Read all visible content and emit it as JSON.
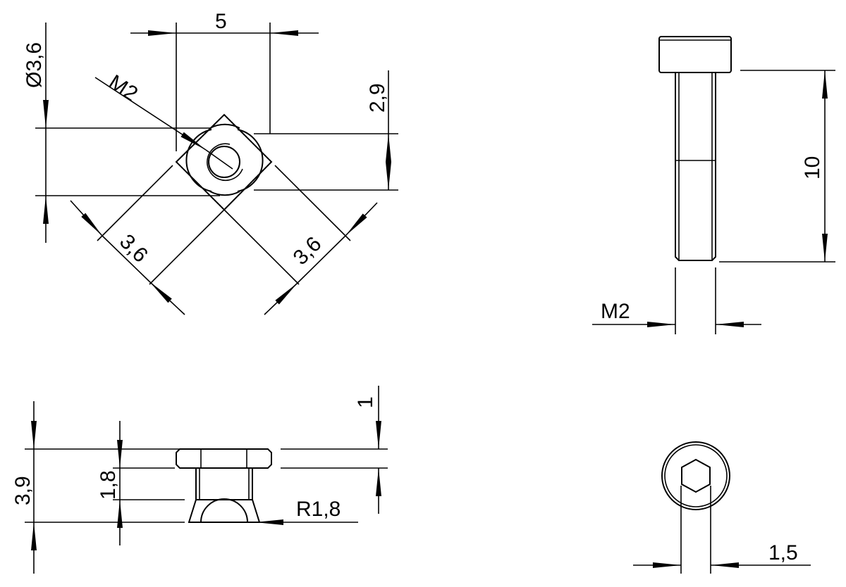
{
  "top_view": {
    "width_dim": "5",
    "diameter_dim": "Ø3,6",
    "thread_label": "M2",
    "height_dim": "2,9",
    "diag_dim_left": "3,6",
    "diag_dim_right": "3,6"
  },
  "bolt_side_view": {
    "length_dim": "10",
    "thread_label": "M2"
  },
  "nut_side_view": {
    "total_height_dim": "3,9",
    "body_height_dim": "1,8",
    "flange_dim": "1",
    "radius_label": "R1,8"
  },
  "bolt_top_view": {
    "hex_dim": "1,5"
  }
}
